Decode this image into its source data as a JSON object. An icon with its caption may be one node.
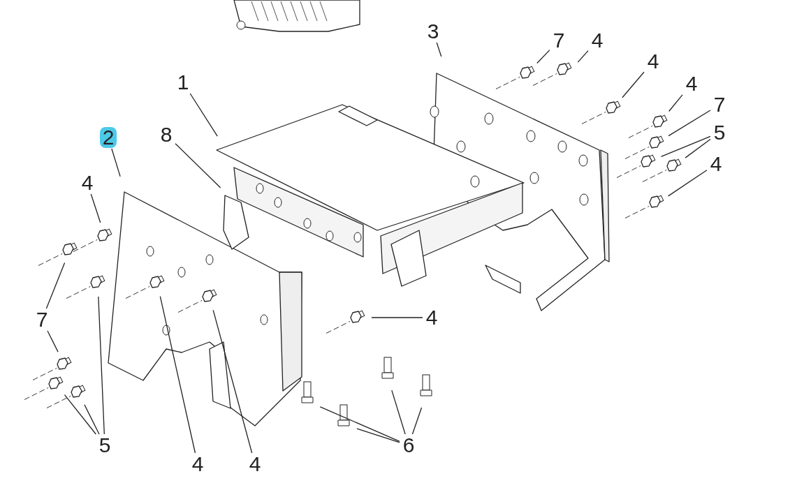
{
  "diagram": {
    "nodes": [
      {
        "text": [
          "1"
        ]
      },
      {
        "text": [
          "2"
        ]
      },
      {
        "text": [
          "3"
        ]
      },
      {
        "text": [
          "4"
        ]
      },
      {
        "text": [
          "4"
        ]
      },
      {
        "text": [
          "4"
        ]
      },
      {
        "text": [
          "4"
        ]
      },
      {
        "text": [
          "4"
        ]
      },
      {
        "text": [
          "4"
        ]
      },
      {
        "text": [
          "4"
        ]
      },
      {
        "text": [
          "4"
        ]
      },
      {
        "text": [
          "5"
        ]
      },
      {
        "text": [
          "5"
        ]
      },
      {
        "text": [
          "6"
        ]
      },
      {
        "text": [
          "7"
        ]
      },
      {
        "text": [
          "7"
        ]
      },
      {
        "text": [
          "7"
        ]
      },
      {
        "text": [
          "8"
        ]
      }
    ],
    "edges": [
      {
        "from": 0,
        "to": null,
        "arrow": "none"
      },
      {
        "from": 1,
        "to": null,
        "arrow": "none"
      },
      {
        "from": 2,
        "to": null,
        "arrow": "none"
      },
      {
        "from": 3,
        "to": null,
        "arrow": "none"
      },
      {
        "from": 4,
        "to": null,
        "arrow": "none"
      },
      {
        "from": 5,
        "to": null,
        "arrow": "none"
      },
      {
        "from": 6,
        "to": null,
        "arrow": "none"
      },
      {
        "from": 7,
        "to": null,
        "arrow": "none"
      },
      {
        "from": 8,
        "to": null,
        "arrow": "none"
      },
      {
        "from": 9,
        "to": null,
        "arrow": "none"
      },
      {
        "from": 10,
        "to": null,
        "arrow": "none"
      },
      {
        "from": 11,
        "to": null,
        "arrow": "none"
      },
      {
        "from": 11,
        "to": null,
        "arrow": "none"
      },
      {
        "from": 12,
        "to": null,
        "arrow": "none"
      },
      {
        "from": 12,
        "to": null,
        "arrow": "none"
      },
      {
        "from": 12,
        "to": null,
        "arrow": "none"
      },
      {
        "from": 13,
        "to": null,
        "arrow": "none"
      },
      {
        "from": 13,
        "to": null,
        "arrow": "none"
      },
      {
        "from": 13,
        "to": null,
        "arrow": "none"
      },
      {
        "from": 13,
        "to": null,
        "arrow": "none"
      },
      {
        "from": 14,
        "to": null,
        "arrow": "none"
      },
      {
        "from": 15,
        "to": null,
        "arrow": "none"
      },
      {
        "from": 16,
        "to": null,
        "arrow": "none"
      },
      {
        "from": 16,
        "to": null,
        "arrow": "none"
      },
      {
        "from": 17,
        "to": null,
        "arrow": "none"
      }
    ]
  }
}
